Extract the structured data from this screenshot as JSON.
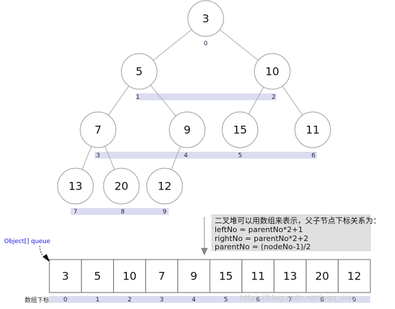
{
  "tree": {
    "nodes": [
      {
        "index": "0",
        "value": "3"
      },
      {
        "index": "1",
        "value": "5"
      },
      {
        "index": "2",
        "value": "10"
      },
      {
        "index": "3",
        "value": "7"
      },
      {
        "index": "4",
        "value": "9"
      },
      {
        "index": "5",
        "value": "15"
      },
      {
        "index": "6",
        "value": "11"
      },
      {
        "index": "7",
        "value": "13"
      },
      {
        "index": "8",
        "value": "20"
      },
      {
        "index": "9",
        "value": "12"
      }
    ],
    "edges": [
      [
        0,
        1
      ],
      [
        0,
        2
      ],
      [
        1,
        3
      ],
      [
        1,
        4
      ],
      [
        2,
        5
      ],
      [
        2,
        6
      ],
      [
        3,
        7
      ],
      [
        3,
        8
      ],
      [
        4,
        9
      ]
    ]
  },
  "note": {
    "lines": [
      "二叉堆可以用数组来表示，父子节点下标关系为：",
      "leftNo = parentNo*2+1",
      "rightNo = parentNo*2+2",
      "parentNo = (nodeNo-1)/2"
    ]
  },
  "array": {
    "queue_label": "Object[] queue",
    "index_label": "数组下标",
    "values": [
      "3",
      "5",
      "10",
      "7",
      "9",
      "15",
      "11",
      "13",
      "20",
      "12"
    ],
    "indices": [
      "0",
      "1",
      "2",
      "3",
      "4",
      "5",
      "6",
      "7",
      "8",
      "9"
    ]
  },
  "watermark": "https://blog.csdn.net/wgq_yiao",
  "colors": {
    "bar": "#dcdcf0",
    "node_stroke": "#9a9a9a",
    "queue_label": "#1a1adc",
    "note_bg": "#e0e0e0"
  }
}
